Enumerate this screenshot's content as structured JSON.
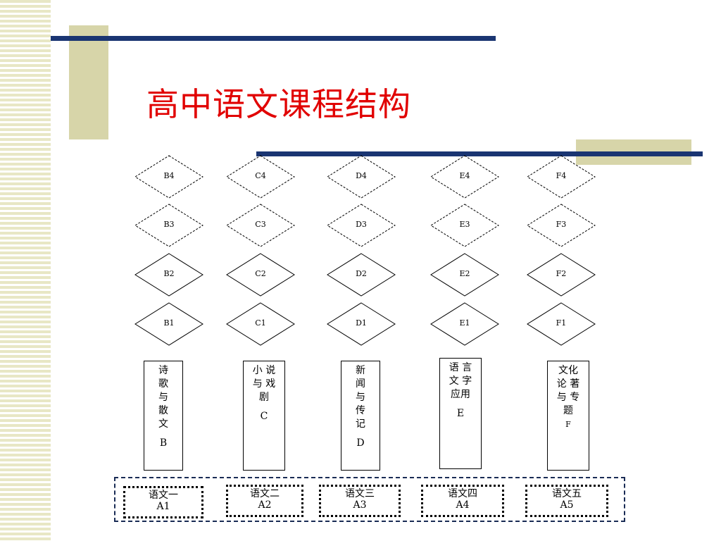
{
  "slide": {
    "title": "高中语文课程结构"
  },
  "colors": {
    "title": "#e10000",
    "rule": "#1a3572",
    "accent_block": "#d7d5a9",
    "stripe": "#e8e7c5"
  },
  "diamond_rows": [
    {
      "style": "dashed",
      "labels": [
        "B4",
        "C4",
        "D4",
        "E4",
        "F4"
      ]
    },
    {
      "style": "dashed",
      "labels": [
        "B3",
        "C3",
        "D3",
        "E3",
        "F3"
      ]
    },
    {
      "style": "solid",
      "labels": [
        "B2",
        "C2",
        "D2",
        "E2",
        "F2"
      ]
    },
    {
      "style": "solid",
      "labels": [
        "B1",
        "C1",
        "D1",
        "E1",
        "F1"
      ]
    }
  ],
  "module_boxes": [
    {
      "lines": [
        "诗",
        "歌",
        "与",
        "散",
        "文"
      ],
      "code": "B"
    },
    {
      "lines": [
        "小 说",
        "与 戏",
        "剧"
      ],
      "code": "C"
    },
    {
      "lines": [
        "新",
        "闻",
        "与",
        "传",
        "记"
      ],
      "code": "D"
    },
    {
      "lines": [
        "语 言",
        "文 字",
        "应用"
      ],
      "code": "E"
    },
    {
      "lines": [
        "文化",
        "论 著",
        "与 专",
        "题"
      ],
      "code": "F"
    }
  ],
  "required_courses": [
    {
      "name": "语文一",
      "code": "A1"
    },
    {
      "name": "语文二",
      "code": "A2"
    },
    {
      "name": "语文三",
      "code": "A3"
    },
    {
      "name": "语文四",
      "code": "A4"
    },
    {
      "name": "语文五",
      "code": "A5"
    }
  ]
}
